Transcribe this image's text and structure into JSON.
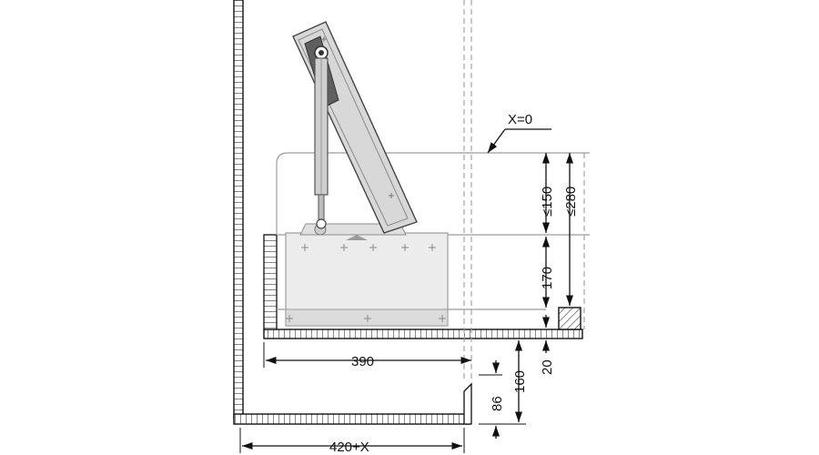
{
  "drawing": {
    "dimensions": {
      "x_zero": "X=0",
      "max_150": "≤150",
      "max_280": "≤280",
      "h_170": "170",
      "w_390": "390",
      "h_20": "20",
      "h_160": "160",
      "h_86": "86",
      "w_420x": "420+X"
    }
  },
  "colors": {
    "line": "#111111",
    "hatch_fill": "#ffffff",
    "mechanism_dark": "#6a6a6a",
    "mechanism_light": "#d6d6d6",
    "ghost_line": "#9c9c9c",
    "drawer_fill": "#e4e4e4"
  }
}
